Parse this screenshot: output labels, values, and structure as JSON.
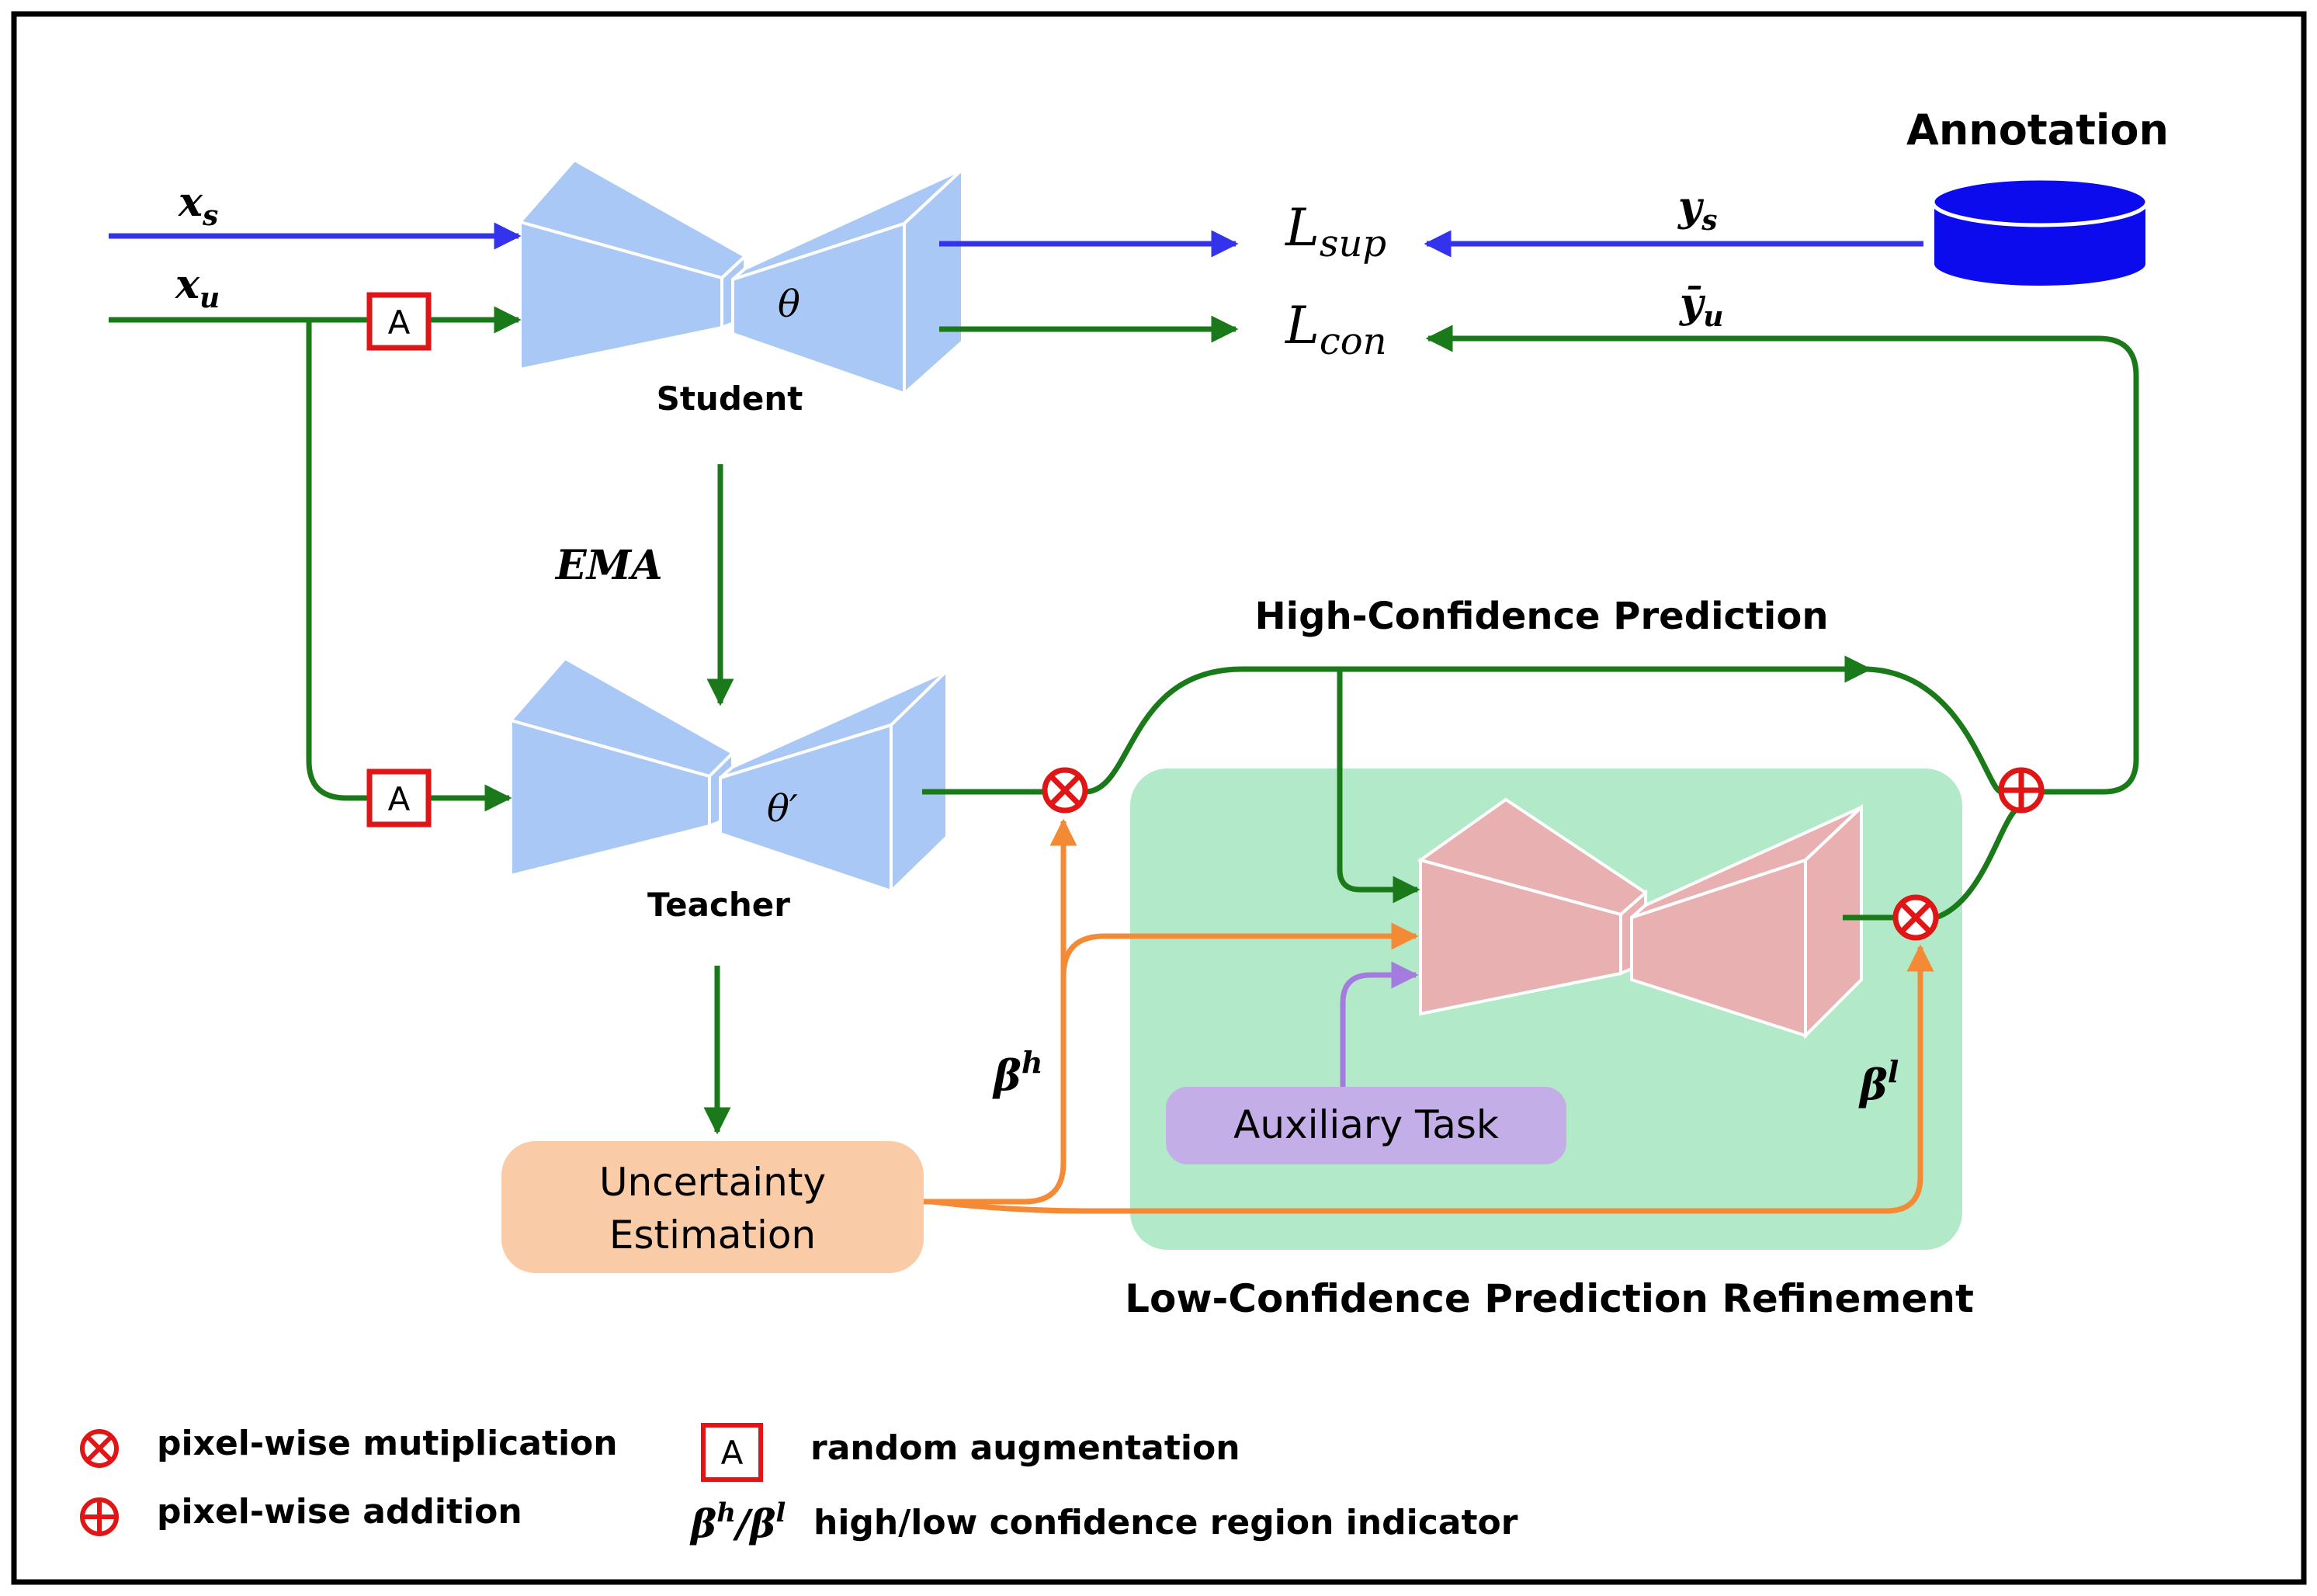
{
  "inputs": {
    "xs": "x",
    "xs_sub": "s",
    "xu": "x",
    "xu_sub": "u"
  },
  "aug_label": "A",
  "student": {
    "label": "Student",
    "param": "θ"
  },
  "teacher": {
    "label": "Teacher",
    "param": "θ′"
  },
  "ema": "EMA",
  "losses": {
    "sup": "L",
    "sup_sub": "sup",
    "con": "L",
    "con_sub": "con"
  },
  "annotation": {
    "title": "Annotation",
    "ys": "y",
    "ys_sub": "s",
    "yu": "ȳ",
    "yu_sub": "u"
  },
  "high_conf": "High-Confidence Prediction",
  "low_conf": "Low-Confidence Prediction Refinement",
  "uncertainty": {
    "line1": "Uncertainty",
    "line2": "Estimation"
  },
  "auxiliary": "Auxiliary Task",
  "beta_h": {
    "base": "β",
    "sup": "h"
  },
  "beta_l": {
    "base": "β",
    "sup": "l"
  },
  "legend": {
    "mult": "pixel-wise mutiplication",
    "add": "pixel-wise addition",
    "aug": "random augmentation",
    "beta_pair": "β",
    "beta_h_sup": "h",
    "beta_sep": "/β",
    "beta_l_sup": "l",
    "beta_desc": "high/low confidence region indicator"
  },
  "colors": {
    "blue": "#3333ee",
    "green": "#1a7a1a",
    "orange": "#f48a35",
    "purple": "#a57be0",
    "red": "#e01515",
    "net_blue": "#a9c8f5",
    "net_pink": "#e8b0b0",
    "refine_bg": "#b2e9c8",
    "uncert_bg": "#f9cba6",
    "aux_bg": "#c3aee8",
    "db": "#0b0bee"
  }
}
